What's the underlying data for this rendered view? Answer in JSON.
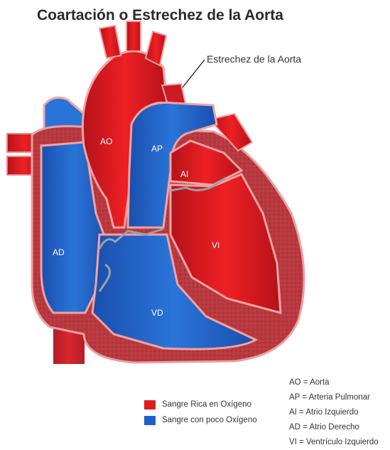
{
  "title": "Coartación o Estrechez de la Aorta",
  "callout": "Estrechez de la Aorta",
  "labels": {
    "ao": "AO",
    "ap": "AP",
    "ai": "AI",
    "ad": "AD",
    "vi": "VI",
    "vd": "VD"
  },
  "legend": [
    {
      "label": "Sangre Rica en Oxígeno",
      "color": "#e11b1b"
    },
    {
      "label": "Sangre con poco Oxígeno",
      "color": "#1f5fc8"
    }
  ],
  "abbreviations": [
    "AO = Aorta",
    "AP = Arteria Pulmonar",
    "AI = Atrio Izquierdo",
    "AD = Atrio Derecho",
    "VI = Ventrículo Izquierdo"
  ]
}
